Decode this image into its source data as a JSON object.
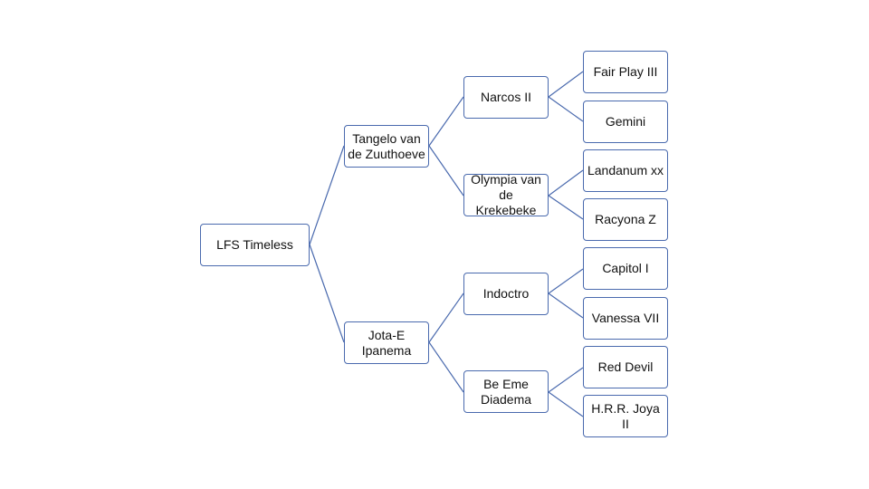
{
  "diagram": {
    "root": "LFS Timeless",
    "gen1": [
      "Tangelo van\nde Zuuthoeve",
      "Jota-E\nIpanema"
    ],
    "gen2": [
      "Narcos II",
      "Olympia van\nde Krekebeke",
      "Indoctro",
      "Be Eme\nDiadema"
    ],
    "gen3": [
      "Fair Play III",
      "Gemini",
      "Landanum xx",
      "Racyona Z",
      "Capitol I",
      "Vanessa VII",
      "Red Devil",
      "H.R.R. Joya II"
    ],
    "colors": {
      "border": "#4a6aae",
      "connector": "#4a6aae",
      "text": "#111111",
      "background": "#ffffff"
    }
  }
}
